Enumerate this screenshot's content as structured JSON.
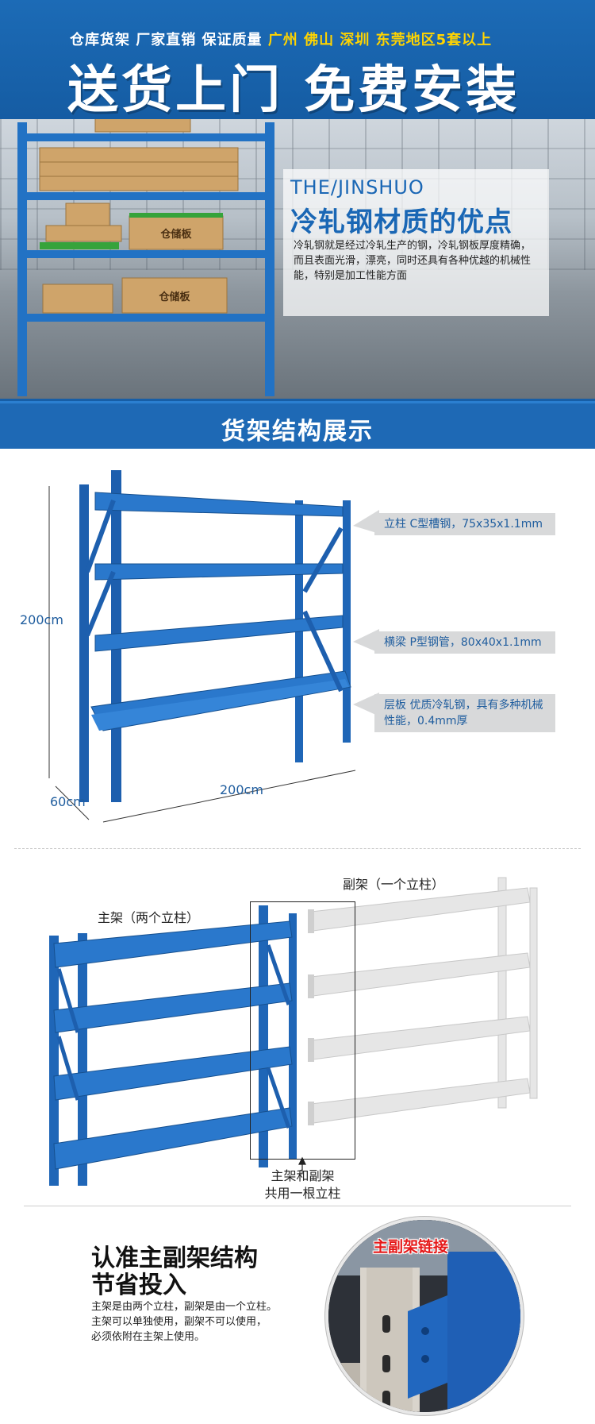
{
  "hero": {
    "tagline_main": "仓库货架  厂家直销  保证质量  ",
    "tagline_highlight": "广州  佛山  深圳  东莞地区5套以上",
    "headline": "送货上门 免费安装",
    "brand_en": "THE/JINSHUO",
    "advantage_title": "冷轧钢材质的优点",
    "advantage_desc": "冷轧钢就是经过冷轧生产的钢，冷轧钢板厚度精确，而且表面光滑，漂亮，同时还具有各种优越的机械性能，特别是加工性能方面",
    "box_label": "仓储板"
  },
  "section1": {
    "title": "货架结构展示"
  },
  "spec": {
    "height_label": "200cm",
    "depth_label": "60cm",
    "width_label": "200cm",
    "callout_column": "立柱 C型槽钢，75x35x1.1mm",
    "callout_beam": "横梁 P型钢管，80x40x1.1mm",
    "callout_board": "层板 优质冷轧钢，具有多种机械性能，0.4mm厚"
  },
  "frames": {
    "main_label": "主架（两个立柱）",
    "sub_label": "副架（一个立柱）",
    "shared_caption_1": "主架和副架",
    "shared_caption_2": "共用一根立柱"
  },
  "bottom": {
    "title_line1": "认准主副架结构",
    "title_line2": "节省投入",
    "desc_line1": "主架是由两个立柱，副架是由一个立柱。",
    "desc_line2": "主架可以单独使用，副架不可以使用，",
    "desc_line3": "必须依附在主架上使用。",
    "circle_label": "主副架链接"
  },
  "colors": {
    "brand_blue": "#1a67b5",
    "shelf_blue": "#1d64b8",
    "highlight_yellow": "#ffd400",
    "link_red": "#e51919"
  }
}
